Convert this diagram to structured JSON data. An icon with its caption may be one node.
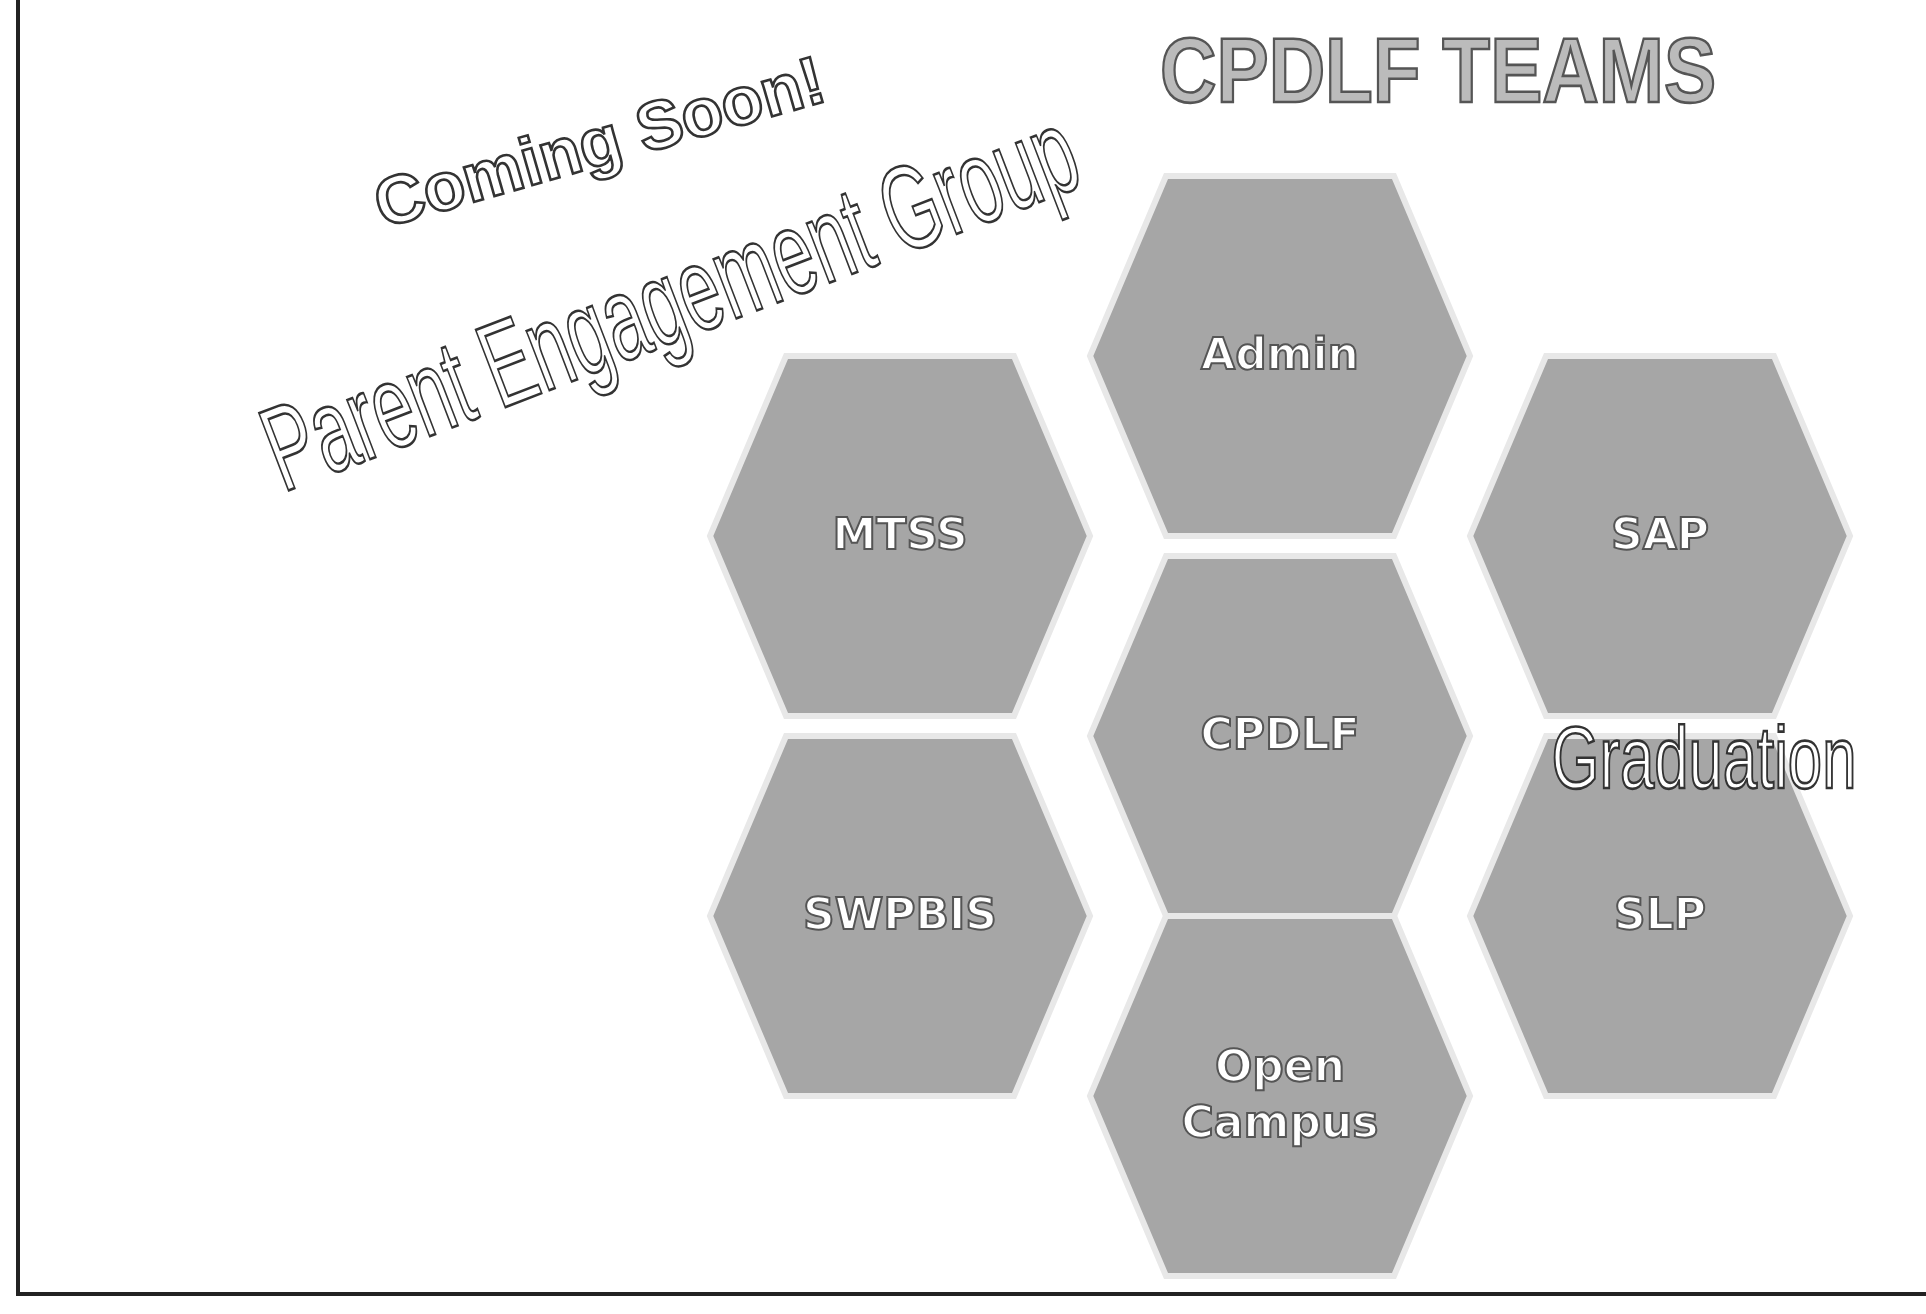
{
  "diagram": {
    "title": "CPDLF TEAMS",
    "nodes": [
      {
        "text": [
          "Admin"
        ]
      },
      {
        "text": [
          "MTSS"
        ]
      },
      {
        "text": [
          "SAP"
        ]
      },
      {
        "text": [
          "CPDLF"
        ]
      },
      {
        "text": [
          "SWPBIS"
        ]
      },
      {
        "text": [
          "SLP"
        ]
      },
      {
        "text": [
          "Open Campus"
        ]
      }
    ],
    "labels": [
      "Coming Soon!",
      "Parent Engagement Group",
      "Graduation"
    ]
  }
}
